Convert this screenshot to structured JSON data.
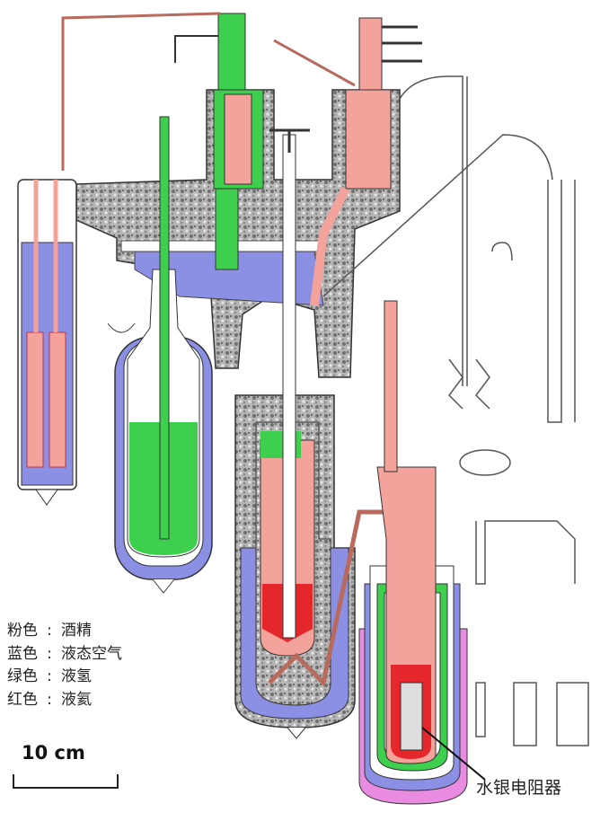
{
  "legend": [
    {
      "color_name": "粉色",
      "meaning": "酒精",
      "swatch": "#f4a29c"
    },
    {
      "color_name": "蓝色",
      "meaning": "液态空气",
      "swatch": "#8c90e4"
    },
    {
      "color_name": "绿色",
      "meaning": "液氢",
      "swatch": "#3fcf4e"
    },
    {
      "color_name": "红色",
      "meaning": "液氦",
      "swatch": "#e5262b"
    }
  ],
  "separator": ":",
  "scale": {
    "label": "10 cm"
  },
  "callout": {
    "label": "水银电阻器"
  },
  "colors": {
    "pink": "#f4a29c",
    "blue": "#8c90e4",
    "green": "#3fcf4e",
    "red": "#e5262b",
    "magenta": "#e98be0",
    "insulation": "#9a9a9a"
  }
}
